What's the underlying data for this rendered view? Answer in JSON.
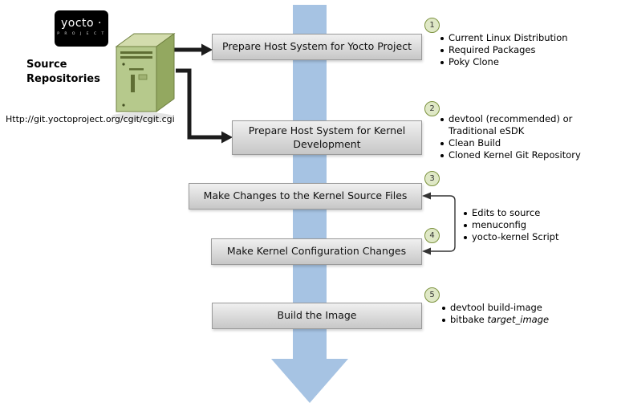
{
  "colors": {
    "flow_arrow_blue": "#a6c3e3",
    "box_fill_top": "#f0f0f0",
    "box_fill_bottom": "#c7c7c7",
    "box_border": "#9a9a9a",
    "badge_fill": "#dfe8c6",
    "badge_border": "#7c923e",
    "server_green": "#b6c98c",
    "logo_bg": "#000000",
    "connector_black": "#1c1c1c"
  },
  "logo": {
    "title": "yocto ·",
    "subtitle": "P R O J E C T"
  },
  "source": {
    "label_line1": "Source",
    "label_line2": "Repositories",
    "url": "Http://git.yoctoproject.org/cgit/cgit.cgi"
  },
  "badges": {
    "n1": "1",
    "n2": "2",
    "n3": "3",
    "n4": "4",
    "n5": "5"
  },
  "boxes": {
    "box1": "Prepare Host System for Yocto Project",
    "box2": "Prepare Host System for Kernel Development",
    "box3": "Make Changes to the Kernel Source Files",
    "box4": "Make Kernel Configuration Changes",
    "box5": "Build the Image"
  },
  "lists": {
    "step1": [
      "Current Linux Distribution",
      "Required Packages",
      "Poky Clone"
    ],
    "step2": [
      "devtool (recommended) or Traditional eSDK",
      "Clean Build",
      "Cloned Kernel Git Repository"
    ],
    "step34": [
      "Edits to source",
      "menuconfig",
      "yocto-kernel Script"
    ],
    "step5": {
      "item1": "devtool build-image",
      "item2_pre": "bitbake ",
      "item2_italic": "target_image"
    }
  }
}
